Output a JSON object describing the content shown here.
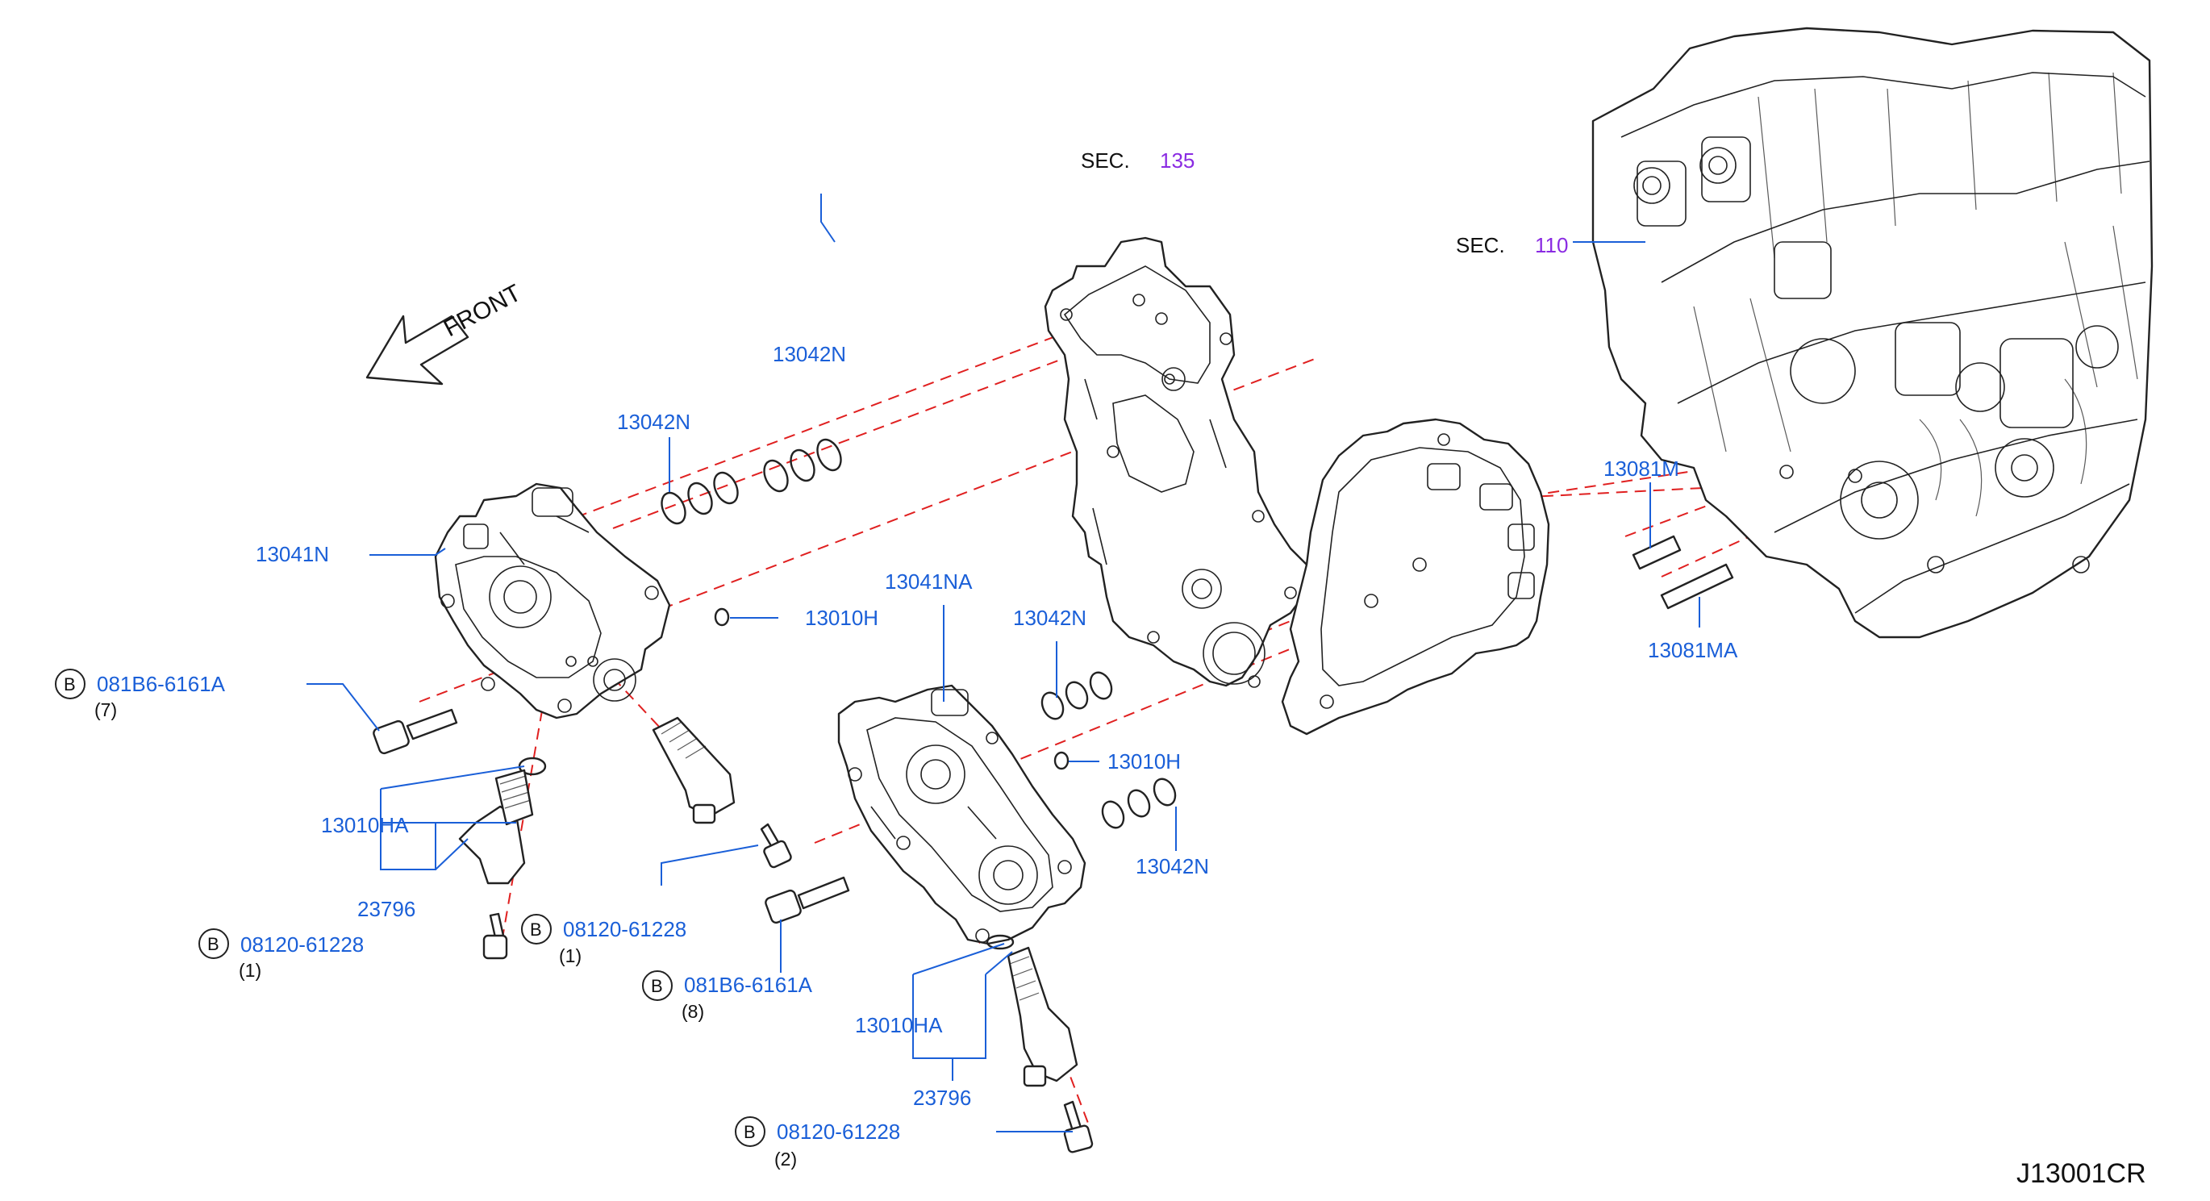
{
  "sections": [
    {
      "prefix": "SEC.",
      "number": "135"
    },
    {
      "prefix": "SEC.",
      "number": "110"
    }
  ],
  "front_label": "FRONT",
  "bolt_symbol": "B",
  "parts": {
    "p13042N_top": "13042N",
    "p13042N_left": "13042N",
    "p13041N": "13041N",
    "p13010H_left": "13010H",
    "p081B6_left": "081B6-6161A",
    "q081B6_left": "(7)",
    "p13010HA_left": "13010HA",
    "p23796_left": "23796",
    "p08120_left": "08120-61228",
    "q08120_left": "(1)",
    "p08120_mid": "08120-61228",
    "q08120_mid": "(1)",
    "p081B6_mid": "081B6-6161A",
    "q081B6_mid": "(8)",
    "p13041NA": "13041NA",
    "p13042N_mid": "13042N",
    "p13010H_right": "13010H",
    "p13042N_right": "13042N",
    "p13010HA_right": "13010HA",
    "p23796_right": "23796",
    "p08120_bottom": "08120-61228",
    "q08120_bottom": "(2)",
    "p13081M": "13081M",
    "p13081MA": "13081MA"
  },
  "drawing_id": "J13001CR",
  "colors": {
    "part_number": "#1a5fd8",
    "section_number": "#8a2be2",
    "centerline": "#e02020",
    "linework": "#222222"
  }
}
